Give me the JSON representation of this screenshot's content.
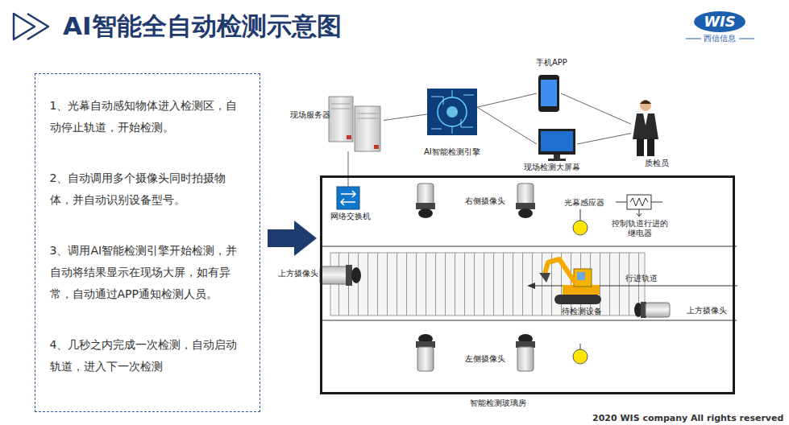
{
  "diagram": {
    "title": "AI智能全自动检测示意图",
    "nodes": [
      {
        "text": [
          "1、光幕自动感知物体进入检测区，自动停止轨道，开始检测。",
          "2、自动调用多个摄像头同时拍摄物体，并自动识别设备型号。",
          "3、调用AI智能检测引擎开始检测，并自动将结果显示在现场大屏，如有异常，自动通过APP通知检测人员。",
          "4、几秒之内完成一次检测，自动启动轨道，进入下一次检测"
        ]
      },
      {
        "text": [
          "现场服务器"
        ]
      },
      {
        "text": [
          "AI智能检测引擎"
        ]
      },
      {
        "text": [
          "手机APP"
        ]
      },
      {
        "text": [
          "现场检测大屏幕"
        ]
      },
      {
        "text": [
          "质检员"
        ]
      },
      {
        "text": [
          "智能检测玻璃房"
        ]
      },
      {
        "text": [
          "网络交换机"
        ],
        "in": 6
      },
      {
        "text": [
          "行进轨道"
        ],
        "in": 6
      },
      {
        "text": [
          "待检测设备"
        ],
        "in": 8
      }
    ],
    "edges": [
      {
        "from": 1,
        "to": 2,
        "arrow": "none"
      },
      {
        "from": 2,
        "to": 3,
        "arrow": "none"
      },
      {
        "from": 2,
        "to": 4,
        "arrow": "none"
      },
      {
        "from": 3,
        "to": 5,
        "arrow": "none"
      },
      {
        "from": 4,
        "to": 5,
        "arrow": "none"
      },
      {
        "from": 1,
        "to": 7,
        "arrow": "none"
      }
    ],
    "labels": [
      "右侧摄像头",
      "光幕感应器",
      "控制轨道行进的继电器",
      "上方摄像头",
      "上方摄像头",
      "左侧摄像头",
      "WIS",
      "西信信息",
      "2020 WIS company All rights reserved"
    ]
  }
}
